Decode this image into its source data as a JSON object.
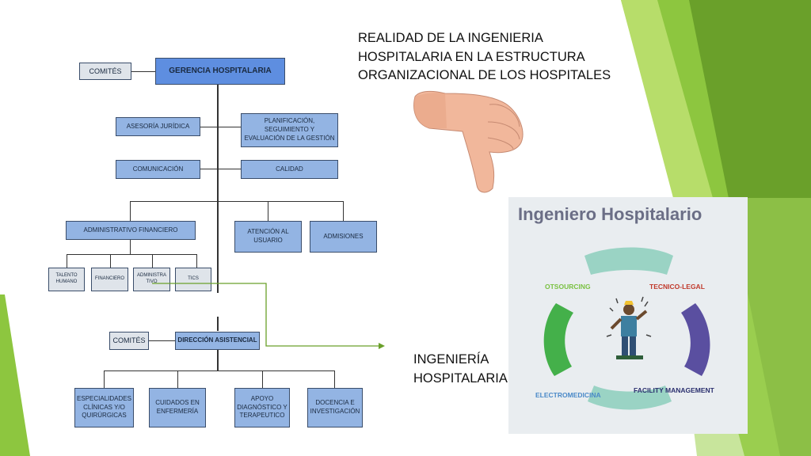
{
  "slide": {
    "title": "REALIDAD DE LA INGENIERIA\nHOSPITALARIA EN LA ESTRUCTURA\nORGANIZACIONAL DE LOS HOSPITALES",
    "subtitle": "INGENIERÍA\nHOSPITALARIA",
    "accent_colors": [
      "#8dc63f",
      "#6aa02a",
      "#b7dd6a"
    ]
  },
  "org_chart": {
    "gerencia": "GERENCIA HOSPITALARIA",
    "comites_top": "COMITÉS",
    "asesoria": "ASESORÍA JURÍDICA",
    "planificacion": "PLANIFICACIÓN, SEGUIMIENTO Y\nEVALUACIÓN DE LA GESTIÓN",
    "comunicacion": "COMUNICACIÓN",
    "calidad": "CALIDAD",
    "admin_financiero": "ADMINISTRATIVO FINANCIERO",
    "atencion": "ATENCIÓN AL\nUSUARIO",
    "admisiones": "ADMISIONES",
    "talento": "TALENTO\nHUMANO",
    "financiero": "FINANCIERO",
    "administrativo": "ADMINISTRA\nTIVO",
    "tics": "TICS",
    "comites_bottom": "COMITÉS",
    "direccion": "DIRECCIÓN ASISTENCIAL",
    "especialidades": "ESPECIALIDADES\nCLÍNICAS Y/O\nQUIRÚRGICAS",
    "cuidados": "CUIDADOS EN\nENFERMERÍA",
    "apoyo": "APOYO\nDIAGNÓSTICO Y\nTERAPEUTICO",
    "docencia": "DOCENCIA E\nINVESTIGACIÓN"
  },
  "ingeniero_image": {
    "title": "Ingeniero Hospitalario",
    "outsourcing": "OTSOURCING",
    "tecnico_legal": "TECNICO-LEGAL",
    "electromedicina": "ELECTROMEDICINA",
    "facility": "FACILITY MANAGEMENT"
  },
  "icons": [
    "thumbs-down-icon",
    "engineer-figure-icon",
    "arrow-connector-icon"
  ]
}
